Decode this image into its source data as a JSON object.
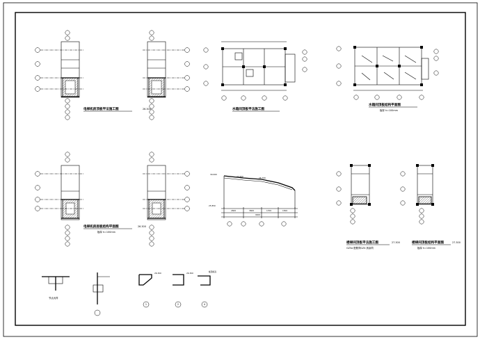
{
  "drawing": {
    "frame_color": "#000000",
    "titles": {
      "elevator_roof": "电梯机房顶板平法施工图",
      "water_tank_plan": "水箱间顶板平法施工图",
      "water_tank_struct": "水箱间顶板结构平面图",
      "elevator_struct": "电梯机房层板结构平面图",
      "stair_roof_plan": "楼梯间顶板平法施工图",
      "stair_roof_struct": "楼梯间顶板结构平面图",
      "detail_node": "节点大样"
    },
    "notes": {
      "scale_1": "板厚 h=100mm",
      "scale_2": "板厚 h=100mm",
      "scale_3": "板厚 h=100mm",
      "stair_note": "GZ5a 配筋同GZ4 其余同",
      "elev_level_1": "26.300",
      "elev_level_2": "26.300",
      "stair_level_1": "27.300",
      "stair_level_2": "27.300"
    },
    "section": {
      "levels": [
        "30.000",
        "27.600",
        "26.700",
        "25.850"
      ],
      "total_dim": "9400",
      "seg_dims": [
        "2600",
        "3600",
        "1700",
        "1500"
      ]
    },
    "details": {
      "nums": [
        "1",
        "2",
        "3",
        "4"
      ],
      "labels": [
        "26.300",
        "26.300",
        "板顶标高"
      ]
    }
  }
}
